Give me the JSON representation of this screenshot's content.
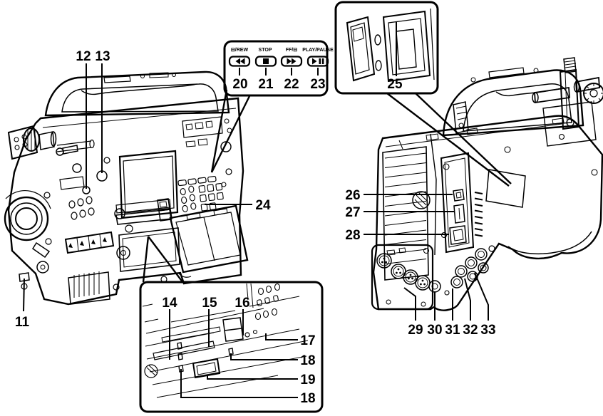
{
  "illustration": {
    "background_color": "#ffffff",
    "line_color": "#000000"
  },
  "left_camera": {
    "callouts": [
      {
        "number": "11"
      },
      {
        "number": "12"
      },
      {
        "number": "13"
      },
      {
        "number": "24"
      }
    ]
  },
  "transport_inset": {
    "buttons": [
      {
        "number": "20",
        "label": "⊟/REW",
        "icon": "rewind-icon"
      },
      {
        "number": "21",
        "label": "STOP",
        "icon": "stop-icon"
      },
      {
        "number": "22",
        "label": "FF/⊟",
        "icon": "fast-forward-icon"
      },
      {
        "number": "23",
        "label": "PLAY/PAUSE",
        "icon": "play-pause-icon"
      }
    ]
  },
  "card_slot_inset": {
    "number": "25"
  },
  "detail_inset": {
    "top_callouts": [
      {
        "number": "14"
      },
      {
        "number": "15"
      },
      {
        "number": "16"
      }
    ],
    "right_callouts": [
      {
        "number": "17"
      },
      {
        "number": "18"
      },
      {
        "number": "19"
      },
      {
        "number": "18"
      }
    ]
  },
  "right_camera": {
    "rear_callouts": [
      {
        "number": "26"
      },
      {
        "number": "27"
      },
      {
        "number": "28"
      }
    ],
    "bottom_callouts": [
      {
        "number": "29"
      },
      {
        "number": "30"
      },
      {
        "number": "31"
      },
      {
        "number": "32"
      },
      {
        "number": "33"
      }
    ]
  }
}
